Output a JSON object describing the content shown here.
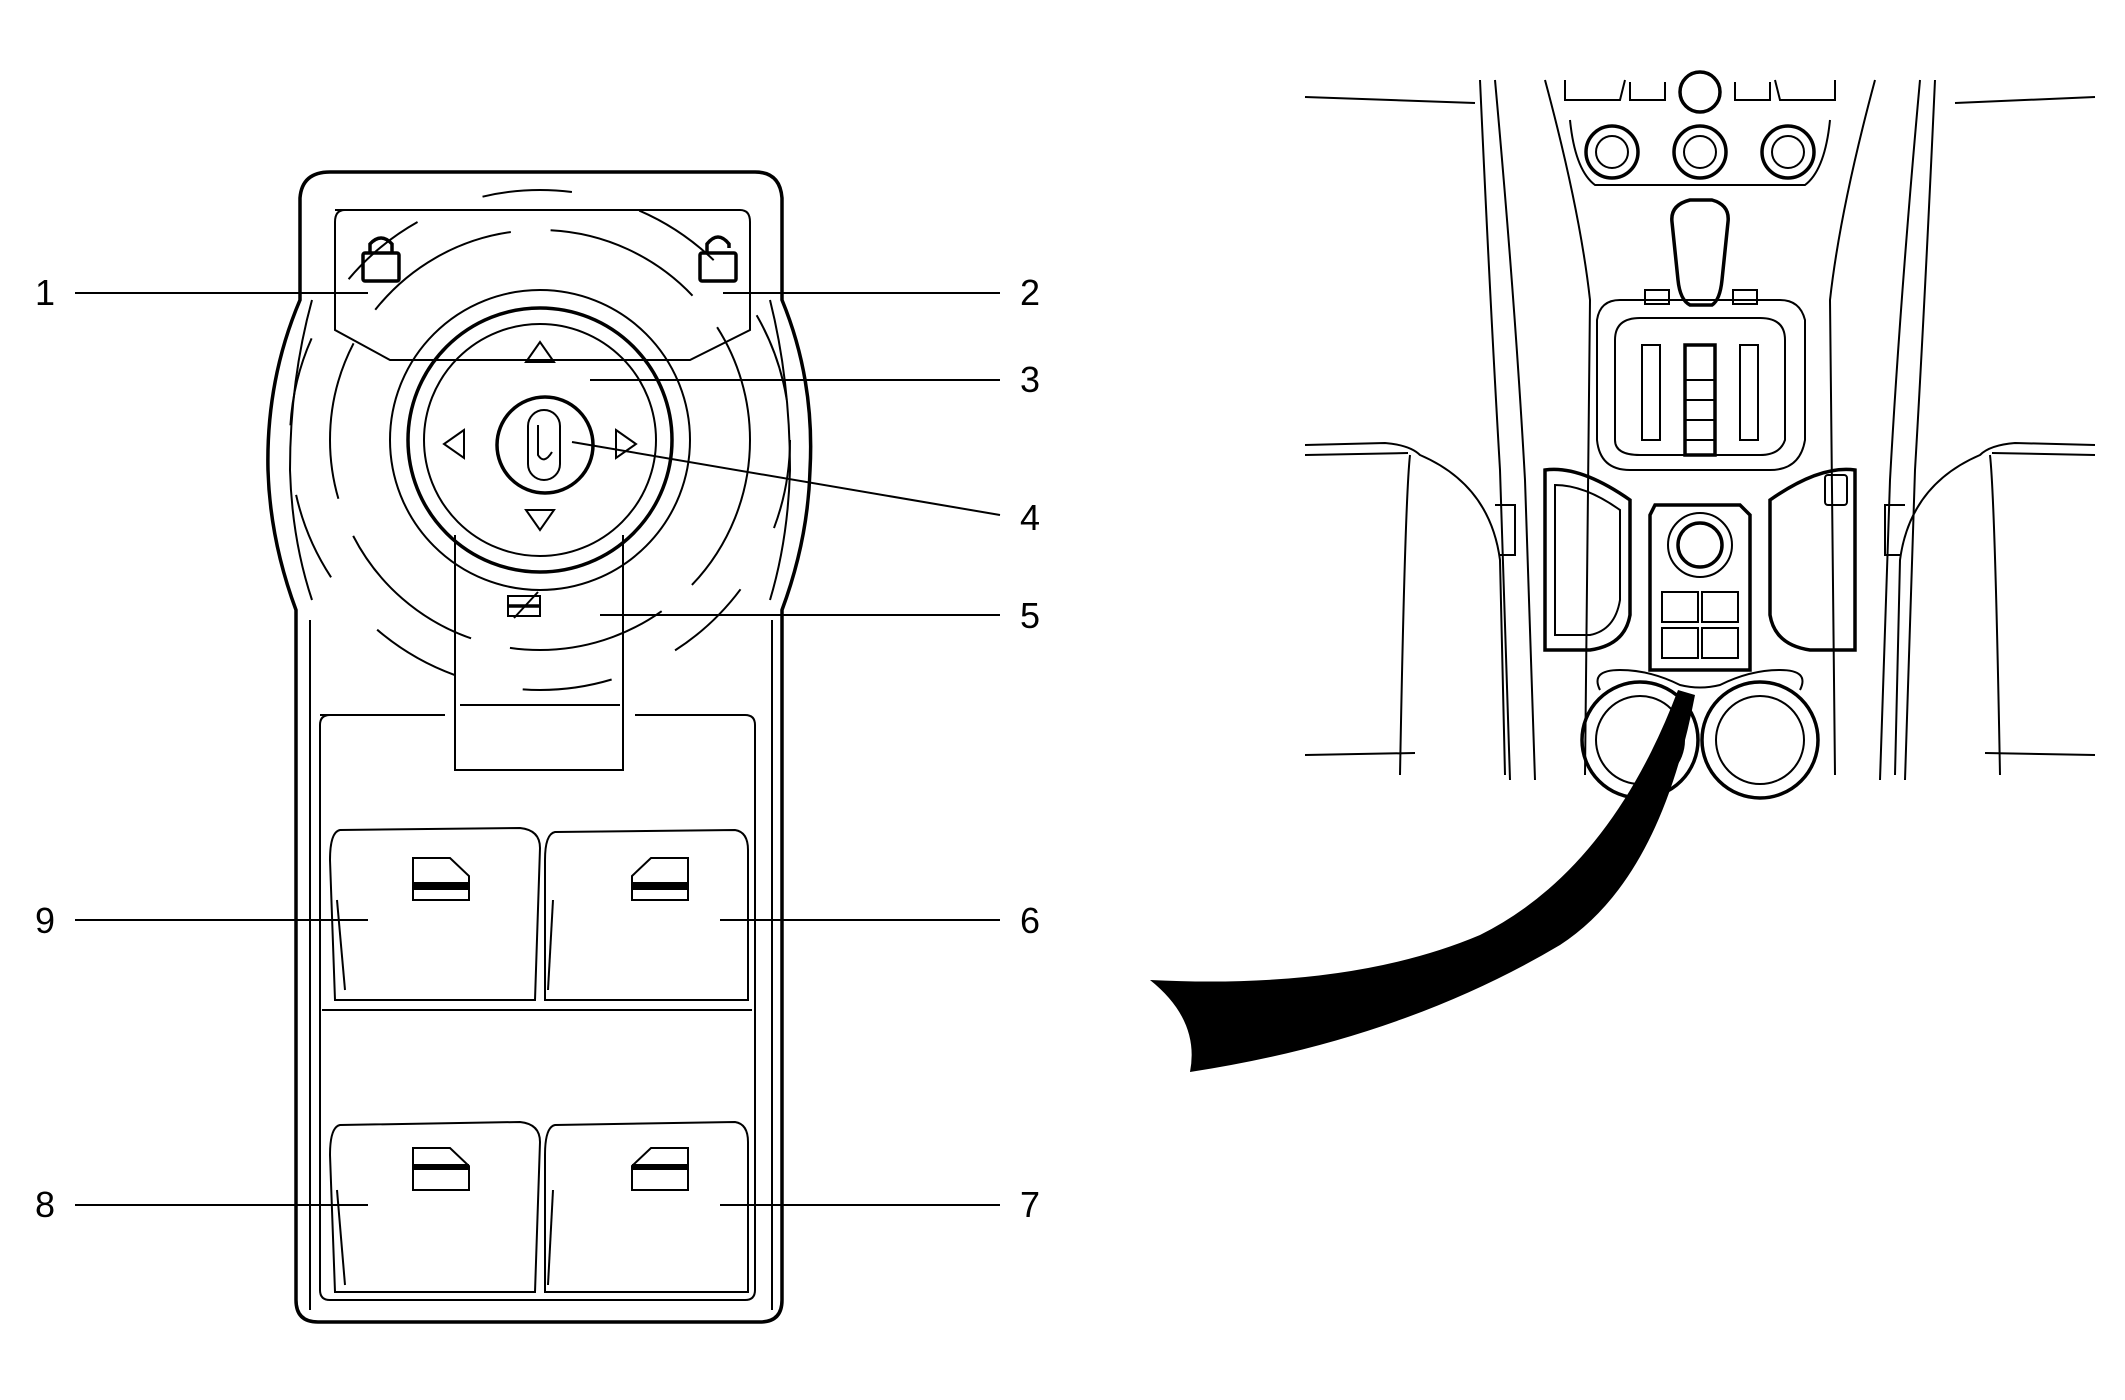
{
  "callouts": [
    {
      "id": "1",
      "label": "1"
    },
    {
      "id": "2",
      "label": "2"
    },
    {
      "id": "3",
      "label": "3"
    },
    {
      "id": "4",
      "label": "4"
    },
    {
      "id": "5",
      "label": "5"
    },
    {
      "id": "6",
      "label": "6"
    },
    {
      "id": "7",
      "label": "7"
    },
    {
      "id": "8",
      "label": "8"
    },
    {
      "id": "9",
      "label": "9"
    }
  ],
  "icons": {
    "lock": "padlock-closed",
    "unlock": "padlock-open",
    "mirror_select": "mirror-selector-knob",
    "window_lockout": "window-lockout",
    "window_switch": "window-switch"
  },
  "colors": {
    "line": "#000000",
    "background": "#ffffff"
  }
}
